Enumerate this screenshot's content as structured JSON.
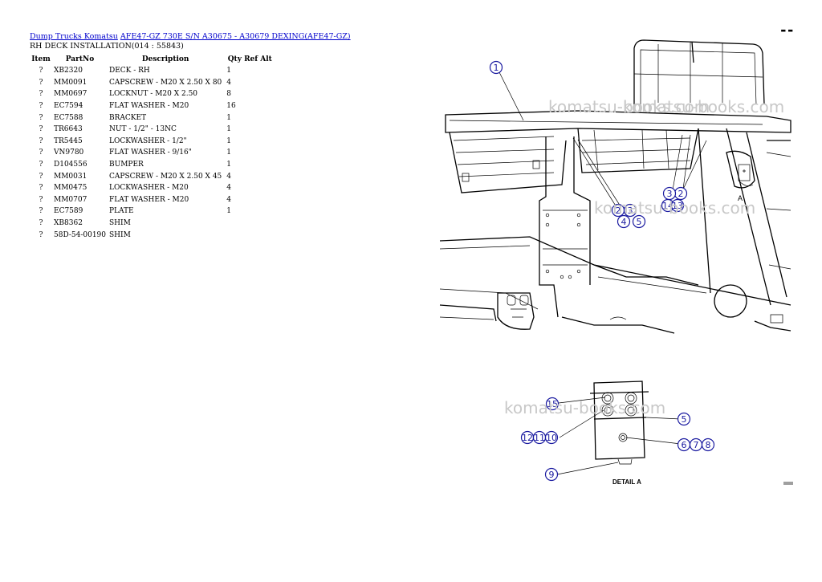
{
  "breadcrumb": {
    "link1": "Dump Trucks Komatsu",
    "link2": "AFE47-GZ 730E S/N A30675 - A30679 DEXING(AFE47-GZ)"
  },
  "subtitle": "RH DECK INSTALLATION(014 : 55843)",
  "table": {
    "headers": [
      "Item",
      "PartNo",
      "Description",
      "Qty Ref Alt"
    ],
    "rows": [
      [
        "?",
        "XB2320",
        "DECK - RH",
        "1"
      ],
      [
        "?",
        "MM0091",
        "CAPSCREW - M20 X 2.50 X 80",
        "4"
      ],
      [
        "?",
        "MM0697",
        "LOCKNUT - M20 X 2.50",
        "8"
      ],
      [
        "?",
        "EC7594",
        "FLAT WASHER - M20",
        "16"
      ],
      [
        "?",
        "EC7588",
        "BRACKET",
        "1"
      ],
      [
        "?",
        "TR6643",
        "NUT - 1/2\" - 13NC",
        "1"
      ],
      [
        "?",
        "TR5445",
        "LOCKWASHER - 1/2\"",
        "1"
      ],
      [
        "?",
        "VN9780",
        "FLAT WASHER - 9/16\"",
        "1"
      ],
      [
        "?",
        "D104556",
        "BUMPER",
        "1"
      ],
      [
        "?",
        "MM0031",
        "CAPSCREW - M20 X 2.50 X 45",
        "4"
      ],
      [
        "?",
        "MM0475",
        "LOCKWASHER - M20",
        "4"
      ],
      [
        "?",
        "MM0707",
        "FLAT WASHER - M20",
        "4"
      ],
      [
        "?",
        "EC7589",
        "PLATE",
        "1"
      ],
      [
        "?",
        "XB8362",
        "SHIM",
        ""
      ],
      [
        "?",
        "58D-54-00190",
        "SHIM",
        ""
      ]
    ]
  },
  "watermark": "komatsu-books.com",
  "drawing": {
    "detail_label": "DETAIL A",
    "view_letter": "A",
    "callouts_top": [
      "1",
      "2",
      "3",
      "4",
      "5",
      "14",
      "13"
    ],
    "callouts_detail": [
      "15",
      "12",
      "11",
      "10",
      "5",
      "6",
      "7",
      "8",
      "9"
    ]
  }
}
